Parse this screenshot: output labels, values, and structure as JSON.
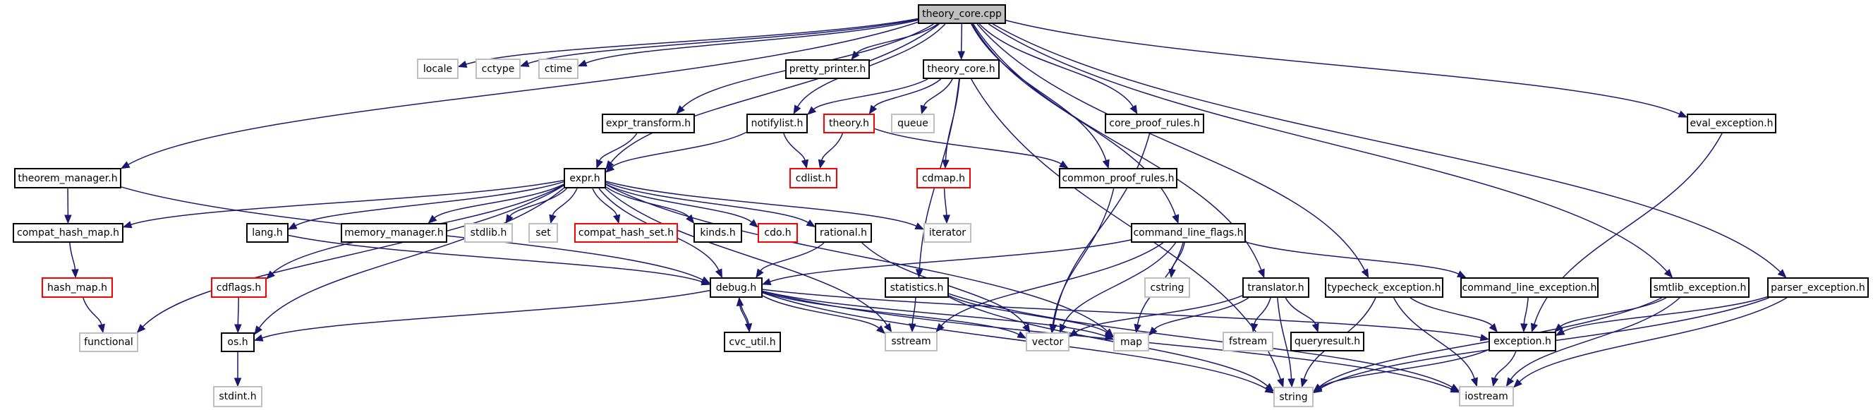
{
  "graph": {
    "title": "theory_core.cpp",
    "colors": {
      "edge": "#191970",
      "root_fill": "#bfbfbf",
      "documented_border": "#000000",
      "external_border": "#bfbfbf",
      "truncated_border": "#ff0000"
    },
    "nodes": {
      "theory_core_cpp": {
        "label": "theory_core.cpp",
        "kind": "root"
      },
      "locale": {
        "label": "locale",
        "kind": "external"
      },
      "cctype": {
        "label": "cctype",
        "kind": "external"
      },
      "ctime": {
        "label": "ctime",
        "kind": "external"
      },
      "pretty_printer_h": {
        "label": "pretty_printer.h",
        "kind": "documented"
      },
      "theory_core_h": {
        "label": "theory_core.h",
        "kind": "documented"
      },
      "expr_transform_h": {
        "label": "expr_transform.h",
        "kind": "documented"
      },
      "notifylist_h": {
        "label": "notifylist.h",
        "kind": "documented"
      },
      "theory_h": {
        "label": "theory.h",
        "kind": "truncated"
      },
      "queue": {
        "label": "queue",
        "kind": "external"
      },
      "core_proof_rules_h": {
        "label": "core_proof_rules.h",
        "kind": "documented"
      },
      "eval_exception_h": {
        "label": "eval_exception.h",
        "kind": "documented"
      },
      "theorem_manager_h": {
        "label": "theorem_manager.h",
        "kind": "documented"
      },
      "expr_h": {
        "label": "expr.h",
        "kind": "documented"
      },
      "cdlist_h": {
        "label": "cdlist.h",
        "kind": "truncated"
      },
      "cdmap_h": {
        "label": "cdmap.h",
        "kind": "truncated"
      },
      "common_proof_rules_h": {
        "label": "common_proof_rules.h",
        "kind": "documented"
      },
      "compat_hash_map_h": {
        "label": "compat_hash_map.h",
        "kind": "documented"
      },
      "lang_h": {
        "label": "lang.h",
        "kind": "documented"
      },
      "memory_manager_h": {
        "label": "memory_manager.h",
        "kind": "documented"
      },
      "stdlib_h": {
        "label": "stdlib.h",
        "kind": "external"
      },
      "set": {
        "label": "set",
        "kind": "external"
      },
      "compat_hash_set_h": {
        "label": "compat_hash_set.h",
        "kind": "truncated"
      },
      "kinds_h": {
        "label": "kinds.h",
        "kind": "documented"
      },
      "cdo_h": {
        "label": "cdo.h",
        "kind": "truncated"
      },
      "rational_h": {
        "label": "rational.h",
        "kind": "documented"
      },
      "iterator": {
        "label": "iterator",
        "kind": "external"
      },
      "command_line_flags_h": {
        "label": "command_line_flags.h",
        "kind": "documented"
      },
      "hash_map_h": {
        "label": "hash_map.h",
        "kind": "truncated"
      },
      "cdflags_h": {
        "label": "cdflags.h",
        "kind": "truncated"
      },
      "debug_h": {
        "label": "debug.h",
        "kind": "documented"
      },
      "statistics_h": {
        "label": "statistics.h",
        "kind": "documented"
      },
      "cstring": {
        "label": "cstring",
        "kind": "external"
      },
      "translator_h": {
        "label": "translator.h",
        "kind": "documented"
      },
      "typecheck_exception_h": {
        "label": "typecheck_exception.h",
        "kind": "documented"
      },
      "command_line_exception_h": {
        "label": "command_line_exception.h",
        "kind": "documented"
      },
      "smtlib_exception_h": {
        "label": "smtlib_exception.h",
        "kind": "documented"
      },
      "parser_exception_h": {
        "label": "parser_exception.h",
        "kind": "documented"
      },
      "functional": {
        "label": "functional",
        "kind": "external"
      },
      "os_h": {
        "label": "os.h",
        "kind": "documented"
      },
      "cvc_util_h": {
        "label": "cvc_util.h",
        "kind": "documented"
      },
      "sstream": {
        "label": "sstream",
        "kind": "external"
      },
      "vector": {
        "label": "vector",
        "kind": "external"
      },
      "map": {
        "label": "map",
        "kind": "external"
      },
      "fstream": {
        "label": "fstream",
        "kind": "external"
      },
      "queryresult_h": {
        "label": "queryresult.h",
        "kind": "documented"
      },
      "exception_h": {
        "label": "exception.h",
        "kind": "documented"
      },
      "stdint_h": {
        "label": "stdint.h",
        "kind": "external"
      },
      "string": {
        "label": "string",
        "kind": "external"
      },
      "iostream": {
        "label": "iostream",
        "kind": "external"
      }
    },
    "edges": [
      [
        "theory_core_cpp",
        "locale"
      ],
      [
        "theory_core_cpp",
        "cctype"
      ],
      [
        "theory_core_cpp",
        "ctime"
      ],
      [
        "theory_core_cpp",
        "theorem_manager_h"
      ],
      [
        "theory_core_cpp",
        "expr_transform_h"
      ],
      [
        "theory_core_cpp",
        "expr_h"
      ],
      [
        "theory_core_cpp",
        "pretty_printer_h"
      ],
      [
        "theory_core_cpp",
        "notifylist_h"
      ],
      [
        "theory_core_cpp",
        "theory_core_h"
      ],
      [
        "theory_core_cpp",
        "common_proof_rules_h"
      ],
      [
        "theory_core_cpp",
        "core_proof_rules_h"
      ],
      [
        "theory_core_cpp",
        "command_line_flags_h"
      ],
      [
        "theory_core_cpp",
        "translator_h"
      ],
      [
        "theory_core_cpp",
        "typecheck_exception_h"
      ],
      [
        "theory_core_cpp",
        "eval_exception_h"
      ],
      [
        "theory_core_cpp",
        "smtlib_exception_h"
      ],
      [
        "theory_core_cpp",
        "parser_exception_h"
      ],
      [
        "theory_core_h",
        "notifylist_h"
      ],
      [
        "theory_core_h",
        "theory_h"
      ],
      [
        "theory_core_h",
        "queue"
      ],
      [
        "theory_core_h",
        "cdmap_h"
      ],
      [
        "theory_core_h",
        "statistics_h"
      ],
      [
        "theory_core_h",
        "string"
      ],
      [
        "theory_h",
        "cdlist_h"
      ],
      [
        "theory_h",
        "common_proof_rules_h"
      ],
      [
        "notifylist_h",
        "cdlist_h"
      ],
      [
        "notifylist_h",
        "expr_h"
      ],
      [
        "expr_transform_h",
        "expr_h"
      ],
      [
        "cdmap_h",
        "iterator"
      ],
      [
        "core_proof_rules_h",
        "vector"
      ],
      [
        "common_proof_rules_h",
        "vector"
      ],
      [
        "eval_exception_h",
        "exception_h"
      ],
      [
        "theorem_manager_h",
        "compat_hash_map_h"
      ],
      [
        "theorem_manager_h",
        "debug_h"
      ],
      [
        "expr_h",
        "compat_hash_map_h"
      ],
      [
        "expr_h",
        "lang_h"
      ],
      [
        "expr_h",
        "memory_manager_h"
      ],
      [
        "expr_h",
        "stdlib_h"
      ],
      [
        "expr_h",
        "set"
      ],
      [
        "expr_h",
        "compat_hash_set_h"
      ],
      [
        "expr_h",
        "kinds_h"
      ],
      [
        "expr_h",
        "cdo_h"
      ],
      [
        "expr_h",
        "rational_h"
      ],
      [
        "expr_h",
        "iterator"
      ],
      [
        "expr_h",
        "cdflags_h"
      ],
      [
        "expr_h",
        "functional"
      ],
      [
        "expr_h",
        "os_h"
      ],
      [
        "expr_h",
        "debug_h"
      ],
      [
        "expr_h",
        "sstream"
      ],
      [
        "expr_h",
        "map"
      ],
      [
        "compat_hash_map_h",
        "hash_map_h"
      ],
      [
        "hash_map_h",
        "functional"
      ],
      [
        "cdflags_h",
        "os_h"
      ],
      [
        "os_h",
        "stdint_h"
      ],
      [
        "lang_h",
        "debug_h"
      ],
      [
        "rational_h",
        "debug_h"
      ],
      [
        "rational_h",
        "vector"
      ],
      [
        "command_line_flags_h",
        "debug_h"
      ],
      [
        "command_line_flags_h",
        "cstring"
      ],
      [
        "command_line_flags_h",
        "vector"
      ],
      [
        "command_line_flags_h",
        "map"
      ],
      [
        "command_line_flags_h",
        "sstream"
      ],
      [
        "command_line_flags_h",
        "command_line_exception_h"
      ],
      [
        "debug_h",
        "os_h"
      ],
      [
        "debug_h",
        "cvc_util_h"
      ],
      [
        "debug_h",
        "sstream"
      ],
      [
        "debug_h",
        "vector"
      ],
      [
        "debug_h",
        "map"
      ],
      [
        "debug_h",
        "exception_h"
      ],
      [
        "debug_h",
        "string"
      ],
      [
        "debug_h",
        "iostream"
      ],
      [
        "cvc_util_h",
        "debug_h"
      ],
      [
        "statistics_h",
        "sstream"
      ],
      [
        "statistics_h",
        "map"
      ],
      [
        "statistics_h",
        "string"
      ],
      [
        "statistics_h",
        "iostream"
      ],
      [
        "translator_h",
        "vector"
      ],
      [
        "translator_h",
        "map"
      ],
      [
        "translator_h",
        "fstream"
      ],
      [
        "translator_h",
        "queryresult_h"
      ],
      [
        "translator_h",
        "string"
      ],
      [
        "typecheck_exception_h",
        "exception_h"
      ],
      [
        "typecheck_exception_h",
        "string"
      ],
      [
        "typecheck_exception_h",
        "iostream"
      ],
      [
        "command_line_exception_h",
        "exception_h"
      ],
      [
        "smtlib_exception_h",
        "exception_h"
      ],
      [
        "smtlib_exception_h",
        "string"
      ],
      [
        "smtlib_exception_h",
        "iostream"
      ],
      [
        "parser_exception_h",
        "exception_h"
      ],
      [
        "parser_exception_h",
        "string"
      ],
      [
        "parser_exception_h",
        "iostream"
      ],
      [
        "exception_h",
        "string"
      ],
      [
        "exception_h",
        "iostream"
      ]
    ]
  }
}
